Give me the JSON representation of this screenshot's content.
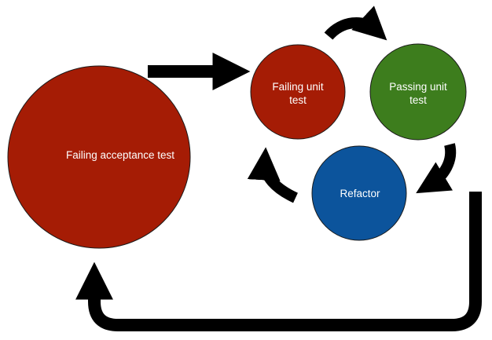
{
  "nodes": {
    "acceptance": {
      "label": "Failing acceptance test",
      "color": "#a51c05"
    },
    "failing_unit": {
      "label": "Failing unit\ntest",
      "color": "#a51c05"
    },
    "passing_unit": {
      "label": "Passing unit\ntest",
      "color": "#3d7d1d"
    },
    "refactor": {
      "label": "Refactor",
      "color": "#0c549c"
    }
  },
  "colors": {
    "outline": "#1a1a1a",
    "arrow": "#000000"
  }
}
